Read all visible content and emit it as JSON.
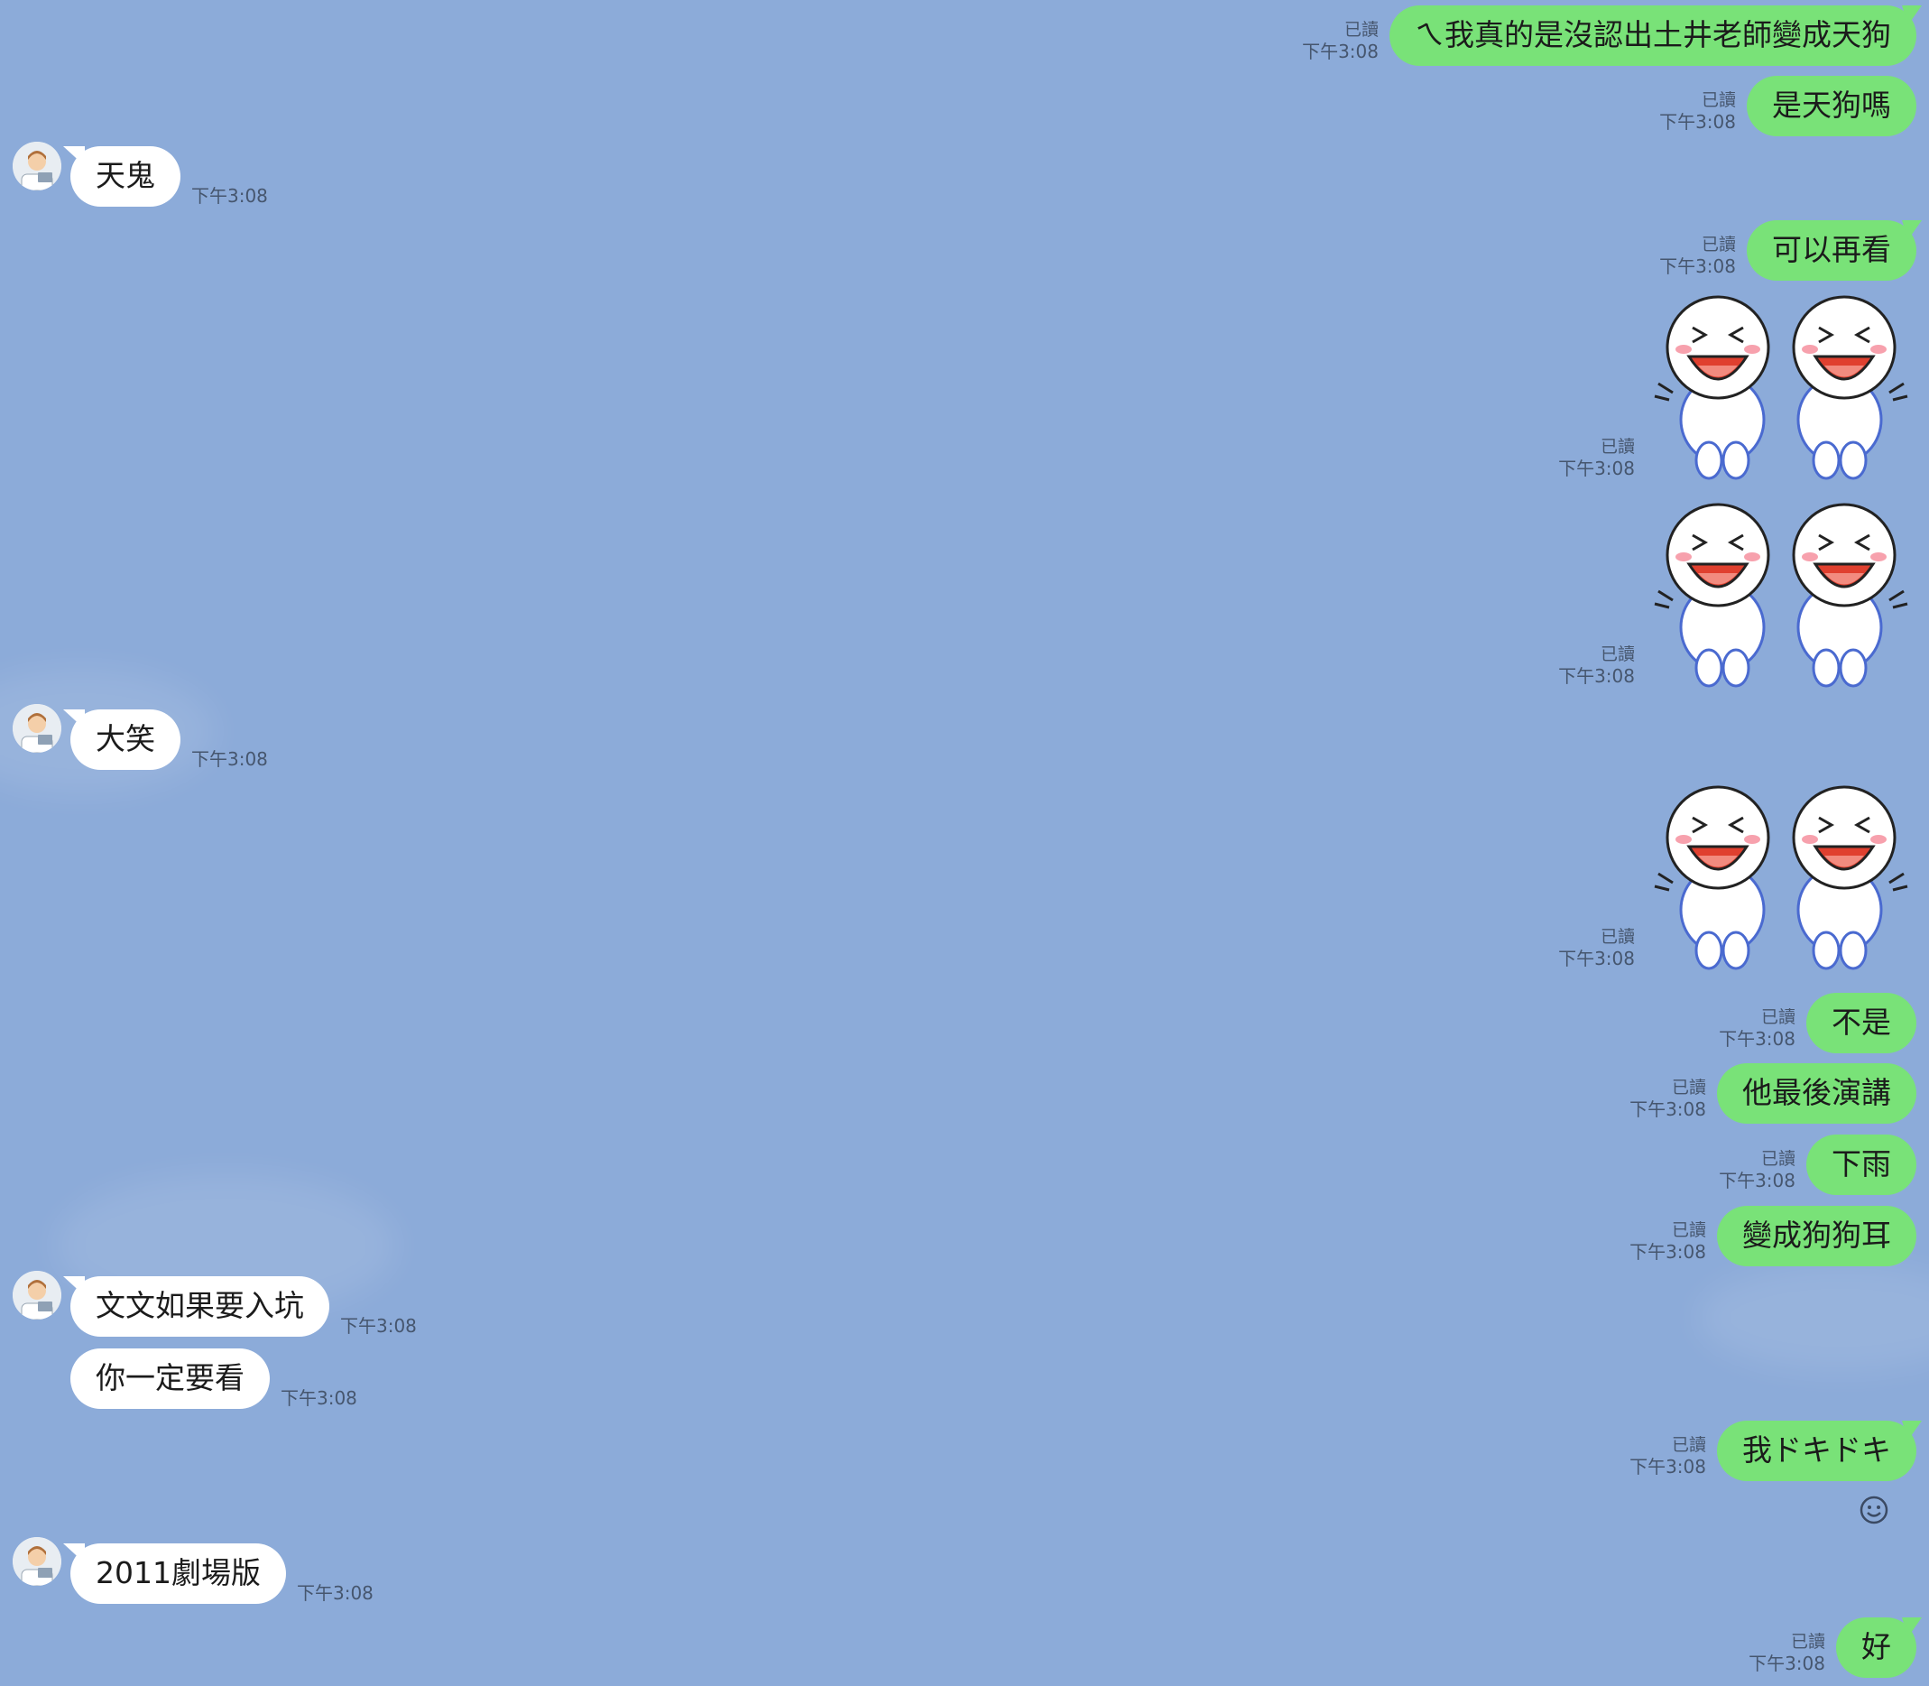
{
  "theme": {
    "background": "#8cabd9",
    "outgoing_bubble": "#79e278",
    "incoming_bubble": "#ffffff",
    "meta_text": "#46566e"
  },
  "messages": [
    {
      "side": "out",
      "kind": "text",
      "text": "ㄟ我真的是沒認出土井老師變成天狗",
      "read": "已讀",
      "time": "下午3:08"
    },
    {
      "side": "out",
      "kind": "text",
      "text": "是天狗嗎",
      "read": "已讀",
      "time": "下午3:08"
    },
    {
      "side": "in",
      "kind": "text",
      "text": "天鬼",
      "time": "下午3:08"
    },
    {
      "side": "out",
      "kind": "text",
      "text": "可以再看",
      "read": "已讀",
      "time": "下午3:08"
    },
    {
      "side": "out",
      "kind": "sticker",
      "sticker": "laughing-twins-sticker",
      "read": "已讀",
      "time": "下午3:08"
    },
    {
      "side": "out",
      "kind": "sticker",
      "sticker": "laughing-twins-sticker",
      "read": "已讀",
      "time": "下午3:08"
    },
    {
      "side": "in",
      "kind": "text",
      "text": "大笑",
      "time": "下午3:08"
    },
    {
      "side": "out",
      "kind": "sticker",
      "sticker": "laughing-twins-sticker",
      "read": "已讀",
      "time": "下午3:08"
    },
    {
      "side": "out",
      "kind": "text",
      "text": "不是",
      "read": "已讀",
      "time": "下午3:08"
    },
    {
      "side": "out",
      "kind": "text",
      "text": "他最後演講",
      "read": "已讀",
      "time": "下午3:08"
    },
    {
      "side": "out",
      "kind": "text",
      "text": "下雨",
      "read": "已讀",
      "time": "下午3:08"
    },
    {
      "side": "out",
      "kind": "text",
      "text": "變成狗狗耳",
      "read": "已讀",
      "time": "下午3:08"
    },
    {
      "side": "in",
      "kind": "text",
      "text": "文文如果要入坑",
      "time": "下午3:08"
    },
    {
      "side": "in",
      "kind": "text",
      "text": "你一定要看",
      "time": "下午3:08"
    },
    {
      "side": "out",
      "kind": "text",
      "text": "我ドキドキ",
      "read": "已讀",
      "time": "下午3:08"
    },
    {
      "side": "in",
      "kind": "text",
      "text": "2011劇場版",
      "time": "下午3:08"
    },
    {
      "side": "out",
      "kind": "text",
      "text": "好",
      "read": "已讀",
      "time": "下午3:08"
    }
  ],
  "icons": {
    "reaction": "smile-reaction-icon",
    "avatar": "doctor-avatar-icon"
  }
}
